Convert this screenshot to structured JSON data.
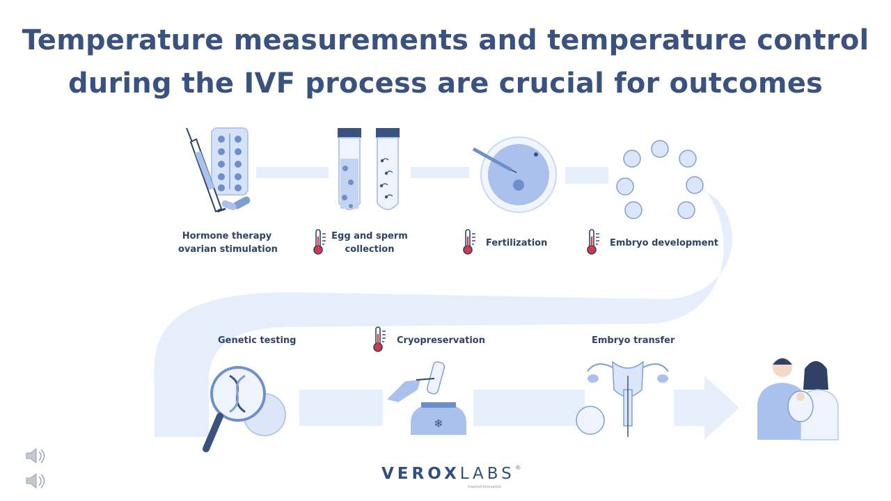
{
  "title": {
    "line1": "Temperature measurements and temperature control",
    "line2": "during the IVF process are crucial for outcomes"
  },
  "steps": [
    {
      "label_line1": "Hormone therapy",
      "label_line2": "ovarian stimulation",
      "temperature_icon": false
    },
    {
      "label_line1": "Egg and sperm",
      "label_line2": "collection",
      "temperature_icon": true
    },
    {
      "label_line1": "Fertilization",
      "label_line2": "",
      "temperature_icon": true
    },
    {
      "label_line1": "Embryo development",
      "label_line2": "",
      "temperature_icon": true
    },
    {
      "label_line1": "Genetic testing",
      "label_line2": "",
      "temperature_icon": false
    },
    {
      "label_line1": "Cryopreservation",
      "label_line2": "",
      "temperature_icon": true
    },
    {
      "label_line1": "Embryo transfer",
      "label_line2": "",
      "temperature_icon": false
    }
  ],
  "logo": {
    "primary": "VEROX",
    "secondary": "LABS",
    "mark": "®",
    "tagline": "Inspired Innovation"
  },
  "colors": {
    "title": "#3a5280",
    "label": "#2f4165",
    "flow": "#e6eefb",
    "illustration": "#a9c1ec",
    "outline": "#5a78b0",
    "thermometer": "#d23a4a"
  }
}
